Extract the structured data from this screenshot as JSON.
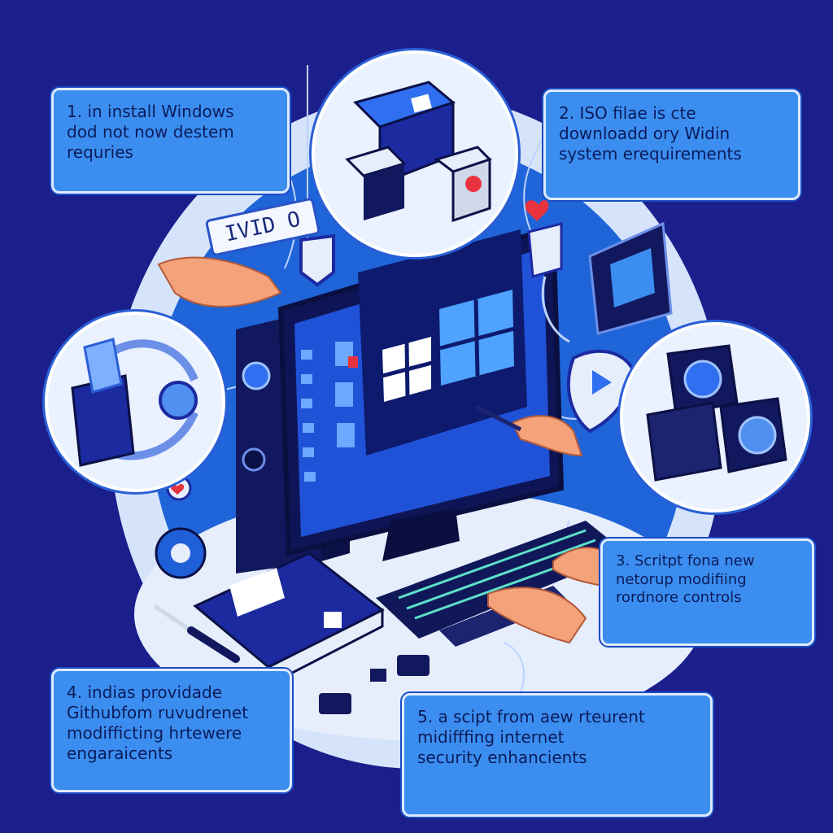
{
  "callouts": {
    "step1": [
      "1. in install Windows",
      "dod not now destem",
      "requries"
    ],
    "step2": [
      "2. ISO filae is cte",
      "downloadd ory Widin",
      "system erequirements"
    ],
    "step3": [
      "3. Scritpt fona new",
      "netorup modifiing",
      "rordnore controls"
    ],
    "step4": [
      "4. indias providade",
      "Githubfom ruvudrenet",
      "modifficting hrtewere",
      "engaraicents"
    ],
    "step5": [
      "5. a scipt from aew rteurent",
      "midifffing internet",
      "security enhancients"
    ]
  },
  "badge_text": "IVID O",
  "colors": {
    "background": "#1a1f8c",
    "accent": "#3b8ef0",
    "monitor": "#12185e",
    "windows_logo": "#4fa3ff",
    "heart": "#e8333f"
  }
}
